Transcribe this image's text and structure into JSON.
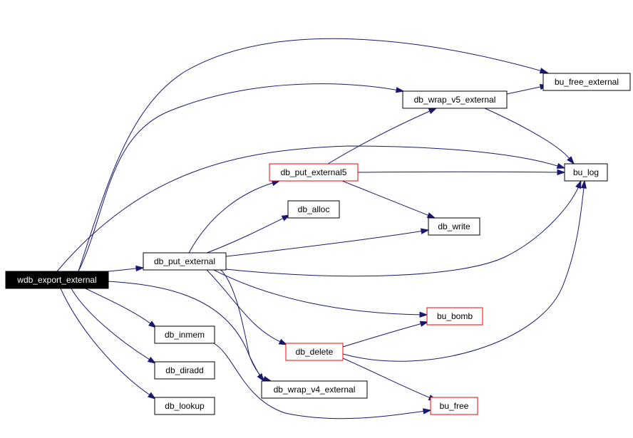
{
  "colors": {
    "edge": "#191970",
    "border_normal": "#000000",
    "border_truncated": "#ff0000",
    "root_fill": "#000000",
    "root_text": "#ffffff",
    "node_fill": "#ffffff",
    "node_text": "#000000"
  },
  "nodes": {
    "wdb_export_external": {
      "label": "wdb_export_external",
      "kind": "root"
    },
    "db_put_external": {
      "label": "db_put_external",
      "kind": "normal"
    },
    "db_inmem": {
      "label": "db_inmem",
      "kind": "normal"
    },
    "db_diradd": {
      "label": "db_diradd",
      "kind": "normal"
    },
    "db_lookup": {
      "label": "db_lookup",
      "kind": "normal"
    },
    "db_wrap_v4_external": {
      "label": "db_wrap_v4_external",
      "kind": "normal"
    },
    "db_put_external5": {
      "label": "db_put_external5",
      "kind": "truncated"
    },
    "db_alloc": {
      "label": "db_alloc",
      "kind": "normal"
    },
    "db_write": {
      "label": "db_write",
      "kind": "normal"
    },
    "db_delete": {
      "label": "db_delete",
      "kind": "truncated"
    },
    "db_wrap_v5_external": {
      "label": "db_wrap_v5_external",
      "kind": "normal"
    },
    "bu_free_external": {
      "label": "bu_free_external",
      "kind": "normal"
    },
    "bu_log": {
      "label": "bu_log",
      "kind": "normal"
    },
    "bu_bomb": {
      "label": "bu_bomb",
      "kind": "truncated"
    },
    "bu_free": {
      "label": "bu_free",
      "kind": "truncated"
    }
  },
  "edges": [
    [
      "wdb_export_external",
      "bu_free_external"
    ],
    [
      "wdb_export_external",
      "db_wrap_v5_external"
    ],
    [
      "wdb_export_external",
      "bu_log"
    ],
    [
      "wdb_export_external",
      "db_put_external"
    ],
    [
      "wdb_export_external",
      "db_inmem"
    ],
    [
      "wdb_export_external",
      "db_diradd"
    ],
    [
      "wdb_export_external",
      "db_lookup"
    ],
    [
      "wdb_export_external",
      "db_wrap_v4_external"
    ],
    [
      "db_put_external",
      "db_put_external5"
    ],
    [
      "db_put_external",
      "db_alloc"
    ],
    [
      "db_put_external",
      "db_write"
    ],
    [
      "db_put_external",
      "bu_log"
    ],
    [
      "db_put_external",
      "bu_bomb"
    ],
    [
      "db_put_external",
      "db_delete"
    ],
    [
      "db_put_external",
      "db_wrap_v4_external"
    ],
    [
      "db_inmem",
      "bu_free"
    ],
    [
      "db_put_external5",
      "db_wrap_v5_external"
    ],
    [
      "db_put_external5",
      "bu_log"
    ],
    [
      "db_put_external5",
      "db_write"
    ],
    [
      "db_wrap_v5_external",
      "bu_free_external"
    ],
    [
      "db_wrap_v5_external",
      "bu_log"
    ],
    [
      "db_delete",
      "bu_bomb"
    ],
    [
      "db_delete",
      "bu_log"
    ],
    [
      "db_delete",
      "bu_free"
    ]
  ]
}
